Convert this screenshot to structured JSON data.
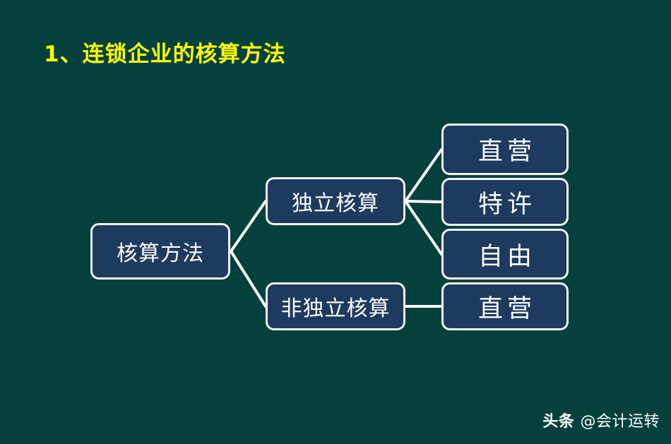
{
  "slide": {
    "title": "1、连锁企业的核算方法",
    "background_color": "#04413c",
    "title_color": "#ffff00",
    "node_fill_color": "#1e3a5f",
    "node_border_color": "#f2f2f2",
    "connector_color": "#ffffff"
  },
  "diagram": {
    "type": "tree",
    "root": {
      "label": "核算方法"
    },
    "branches": [
      {
        "label": "独立核算",
        "children": [
          {
            "label": "直营"
          },
          {
            "label": "特许"
          },
          {
            "label": "自由"
          }
        ]
      },
      {
        "label": "非独立核算",
        "children": [
          {
            "label": "直营"
          }
        ]
      }
    ],
    "leaves": [
      {
        "label": "直营"
      },
      {
        "label": "特许"
      },
      {
        "label": "自由"
      },
      {
        "label": "直营"
      }
    ]
  },
  "footer": {
    "source_label": "头条",
    "handle": "@会计运转"
  }
}
